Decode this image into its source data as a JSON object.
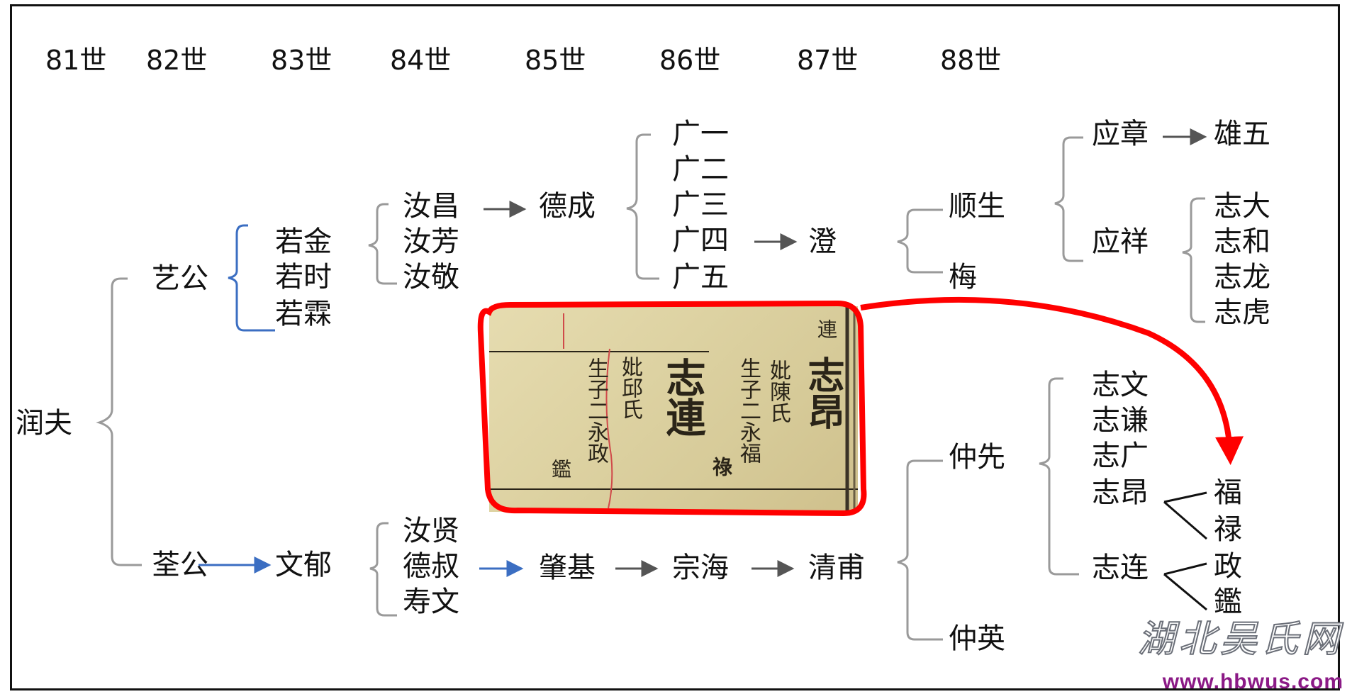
{
  "generations": [
    "81世",
    "82世",
    "83世",
    "84世",
    "85世",
    "86世",
    "87世",
    "88世"
  ],
  "nodes": {
    "runfu": "润夫",
    "yigong": "艺公",
    "quangong": "荃公",
    "ruojin": "若金",
    "ruoshi": "若时",
    "ruolin": "若霖",
    "ruchang": "汝昌",
    "rufang": "汝芳",
    "rujing": "汝敬",
    "decheng": "德成",
    "guang1": "广一",
    "guang2": "广二",
    "guang3": "广三",
    "guang4": "广四",
    "guang5": "广五",
    "cheng": "澄",
    "shunsheng": "顺生",
    "mei": "梅",
    "yingzhang": "应章",
    "xiongwu": "雄五",
    "yingxiang": "应祥",
    "zhida": "志大",
    "zhihe": "志和",
    "zhilong": "志龙",
    "zhihu": "志虎",
    "wenyu": "文郁",
    "ruxian": "汝贤",
    "deshu": "德叔",
    "shouwen": "寿文",
    "zhaoji": "肇基",
    "zonghai": "宗海",
    "qingfu": "清甫",
    "zhongxian": "仲先",
    "zhongying": "仲英",
    "zhiwen": "志文",
    "zhiqian": "志谦",
    "zhiguang": "志广",
    "zhiang": "志昂",
    "zhilian": "志连",
    "fu": "福",
    "lu": "禄",
    "zheng": "政",
    "jian": "鑑"
  },
  "scan": {
    "col_lian_top": "連",
    "col_zhiang_name": "志昂",
    "col_zhiang_wife": "妣陳氏",
    "col_zhiang_sons": "生子二永福",
    "col_zhiang_lu": "祿",
    "col_zhilian_name": "志連",
    "col_zhilian_wife": "妣邱氏",
    "col_zhilian_sons": "生子二永政",
    "col_zhilian_jian": "鑑"
  },
  "watermark": {
    "cn": "湖北吴氏网",
    "url": "www.hbwus.com"
  },
  "colors": {
    "text": "#111111",
    "bracket_gray": "#9a9a9a",
    "arrow_gray": "#555555",
    "blue": "#3b6ec2",
    "highlight_red": "#ff0000",
    "scan_paper": "#ddd2a2",
    "url_purple": "#8b1a86"
  }
}
